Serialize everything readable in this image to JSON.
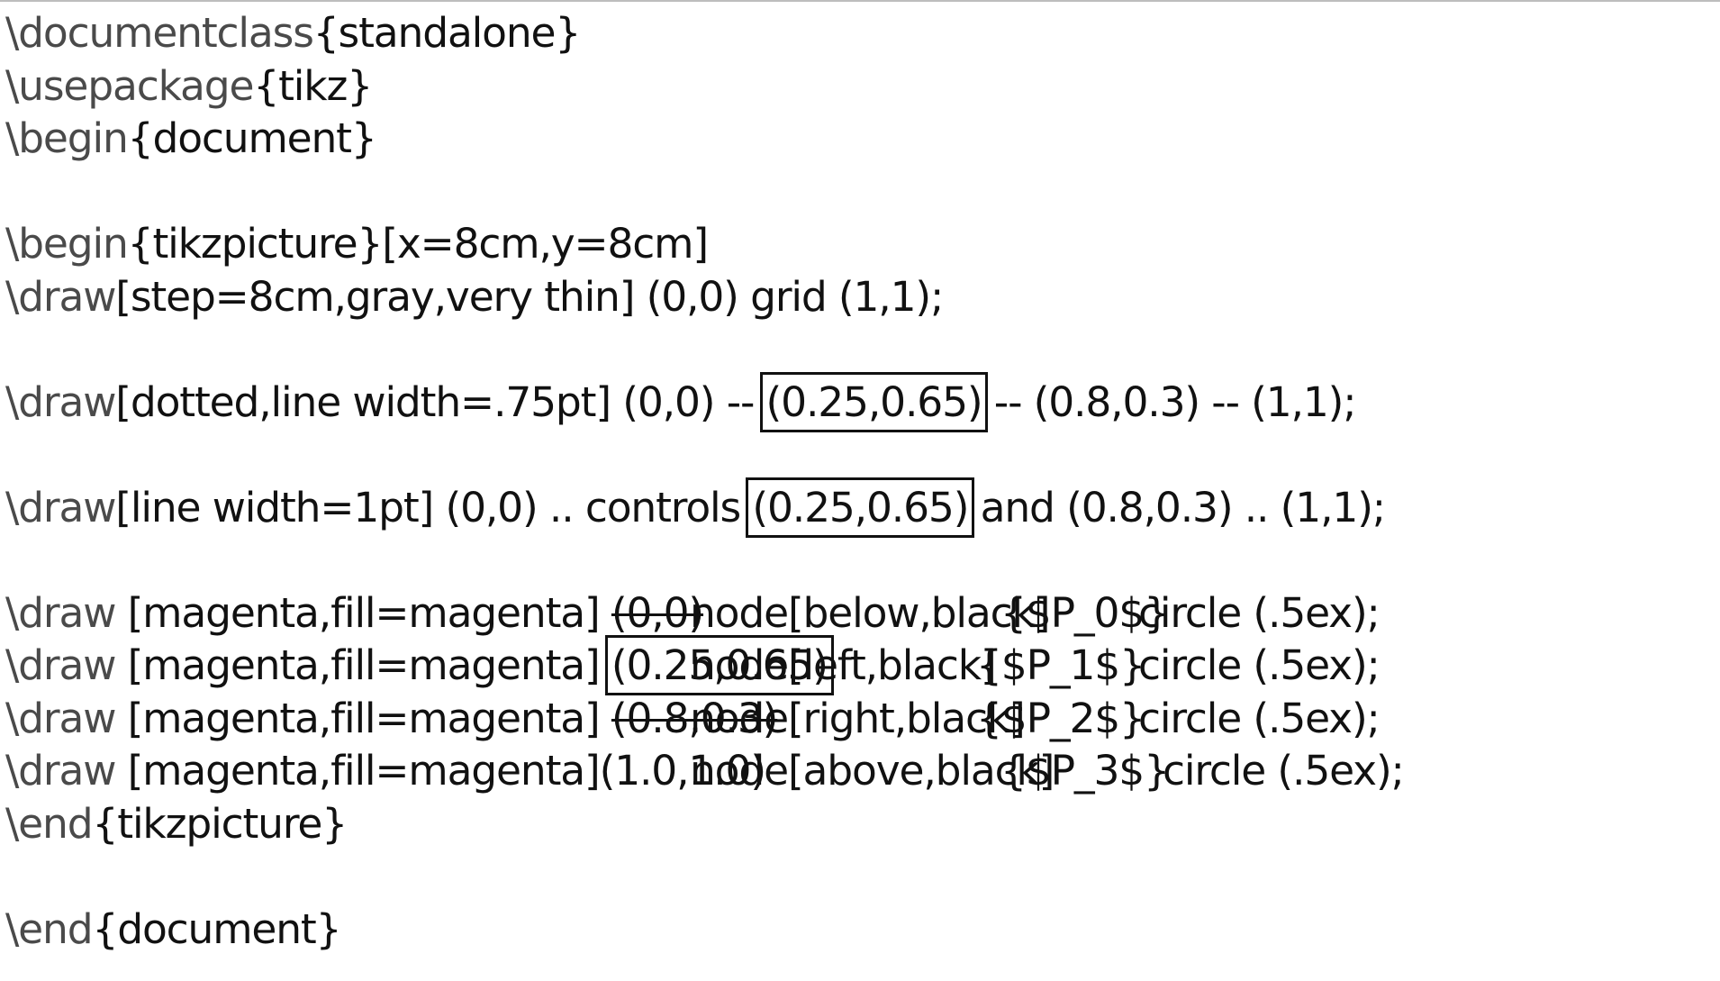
{
  "lines": {
    "documentclass": {
      "cmd": "\\documentclass",
      "rest": "{standalone}"
    },
    "usepackage": {
      "cmd": "\\usepackage",
      "rest": "{tikz}"
    },
    "begin_document": {
      "cmd": "\\begin",
      "rest": "{document}"
    },
    "begin_tikz": {
      "cmd": "\\begin",
      "rest": "{tikzpicture}[x=8cm,y=8cm]"
    },
    "grid": {
      "cmd": "\\draw",
      "rest": "[step=8cm,gray,very thin] (0,0) grid (1,1);"
    },
    "dotted": {
      "cmd": "\\draw",
      "pre": "[dotted,line width=.75pt] (0,0) -- ",
      "boxed": "(0.25,0.65)",
      "post": " -- (0.8,0.3) -- (1,1);"
    },
    "curve": {
      "cmd": "\\draw",
      "pre": "[line width=1pt] (0,0) .. controls ",
      "boxed": "(0.25,0.65)",
      "post": " and (0.8,0.3) .. (1,1);"
    },
    "points": [
      {
        "cmd": "\\draw",
        "style": " [magenta,fill=magenta] ",
        "coord": "(0,0)",
        "node": "node[below,black]",
        "label": "{$P_0$}",
        "circle": "circle (.5ex);"
      },
      {
        "cmd": "\\draw",
        "style": " [magenta,fill=magenta] ",
        "coord": "(0.25,0.65)",
        "node": "node[left,black]",
        "label": "{$P_1$}",
        "circle": "circle (.5ex);"
      },
      {
        "cmd": "\\draw",
        "style": " [magenta,fill=magenta] ",
        "coord": "(0.8,0.3)",
        "node": "node[right,black]",
        "label": "{$P_2$}",
        "circle": "circle (.5ex);"
      },
      {
        "cmd": "\\draw",
        "style": " [magenta,fill=magenta]",
        "coord": "(1.0,1.0)",
        "node": "node[above,black]",
        "label": "{$P_3$}",
        "circle": "circle (.5ex);"
      }
    ],
    "end_tikz": {
      "cmd": "\\end",
      "rest": "{tikzpicture}"
    },
    "end_document": {
      "cmd": "\\end",
      "rest": "{document}"
    }
  }
}
